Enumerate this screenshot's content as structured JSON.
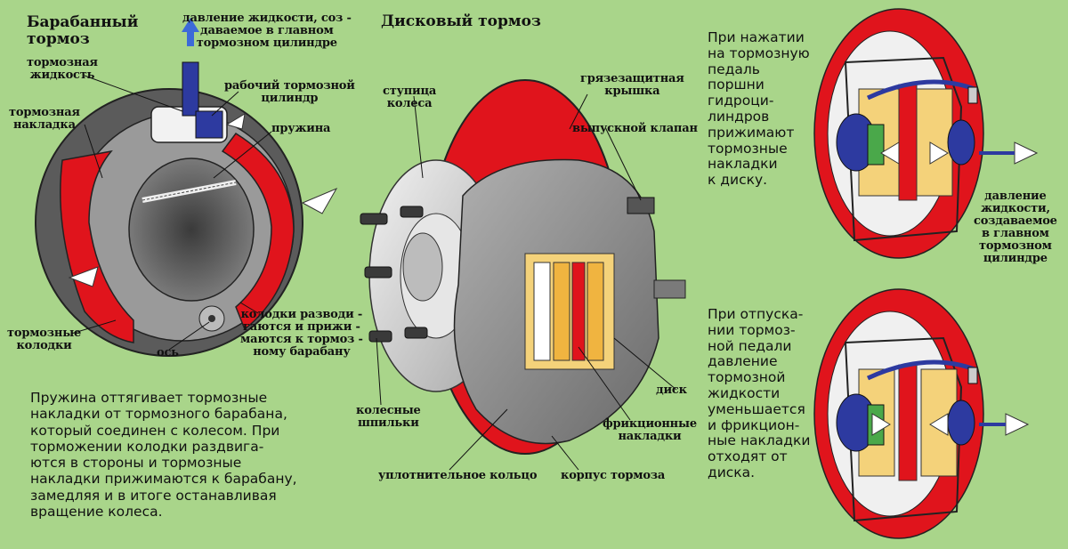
{
  "drum": {
    "title": "Барабанный\nтормоз",
    "labels": {
      "fluid_pressure": "давление жидкости, соз -\nдаваемое в главном\nтормозном цилиндре",
      "brake_fluid": "тормозная\nжидкость",
      "wheel_cylinder": "рабочий тормозной\nцилиндр",
      "spring": "пружина",
      "lining": "тормозная\nнакладка",
      "shoes": "тормозные\nколодки",
      "axle": "ось",
      "shoes_spread": "колодки разводи -\nгаются и прижи -\nмаются к тормоз -\nному барабану"
    },
    "description": "Пружина оттягивает тормозные\nнакладки от тормозного барабана,\nкоторый соединен с колесом. При\nторможении колодки раздвига-\nются в стороны и тормозные\nнакладки прижимаются к барабану,\nзамедляя и в итоге останавливая\nвращение колеса."
  },
  "disc": {
    "title": "Дисковый тормоз",
    "labels": {
      "hub": "ступица\nколеса",
      "dust_cover": "грязезащитная\nкрышка",
      "bleed_valve": "выпускной клапан",
      "studs": "колесные\nшпильки",
      "disc": "диск",
      "pads": "фрикционные\nнакладки",
      "seal": "уплотнительное кольцо",
      "caliper": "корпус тормоза"
    }
  },
  "right": {
    "pressed_text": "При нажатии\nна тормозную\nпедаль\nпоршни\nгидроци-\nлиндров\nприжимают\nтормозные\nнакладки\nк диску.",
    "pressure_label": "давление\nжидкости,\nсоздаваемое\nв главном\nтормозном\nцилиндре",
    "released_text": "При отпуска-\nнии тормоз-\nной педали\nдавление\nтормозной\nжидкости\nуменьшается\nи фрикцион-\nные накладки\nотходят от\nдиска."
  },
  "colors": {
    "background": "#a9d58a",
    "red": "#e0141c",
    "gray": "#8a8a8a",
    "pad": "#f4d27a",
    "piston": "#2d3aa0",
    "seal_green": "#4aa84a"
  }
}
